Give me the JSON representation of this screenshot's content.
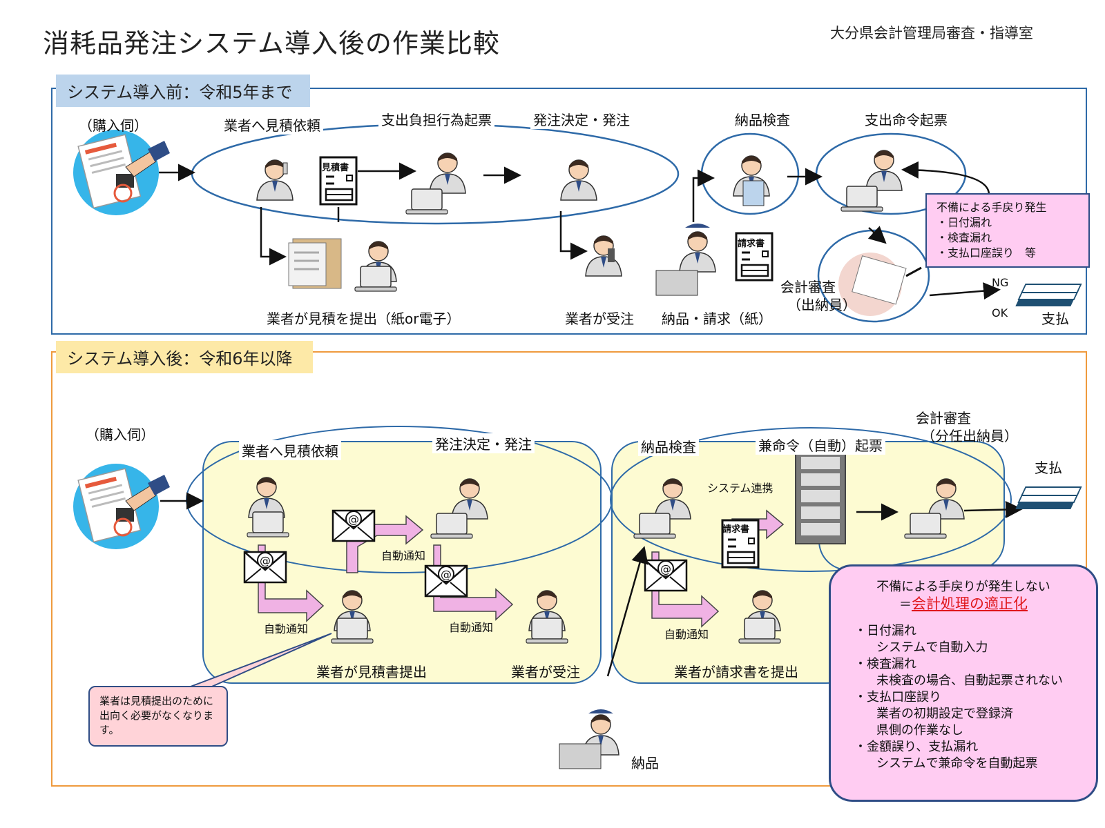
{
  "title": "消耗品発注システム導入後の作業比較",
  "org": "大分県会計管理局審査・指導室",
  "before": {
    "section_label": "システム導入前：令和5年まで",
    "steps": {
      "purchase": "（購入伺）",
      "request_quote": "業者へ見積依頼",
      "expense_act": "支出負担行為起票",
      "order": "発注決定・発注",
      "inspection": "納品検査",
      "payment_order": "支出命令起票"
    },
    "doc_quote": "見積書",
    "doc_invoice": "請求書",
    "vendor_submit": "業者が見積を提出（紙or電子）",
    "vendor_receive": "業者が受注",
    "delivery_invoice": "納品・請求（紙）",
    "audit": "会計審査",
    "audit_sub": "（出納員）",
    "ng": "NG",
    "ok": "OK",
    "pay": "支払",
    "issues": {
      "title": "不備による手戻り発生",
      "items": [
        "・日付漏れ",
        "・検査漏れ",
        "・支払口座誤り　等"
      ]
    }
  },
  "after": {
    "section_label": "システム導入後：令和6年以降",
    "purchase": "（購入伺）",
    "request_quote": "業者へ見積依頼",
    "order": "発注決定・発注",
    "inspection": "納品検査",
    "auto_order": "兼命令（自動）起票",
    "audit": "会計審査",
    "audit_sub": "（分任出納員）",
    "pay": "支払",
    "system_link": "システム連携",
    "doc_invoice": "請求書",
    "auto_notice_1": "自動通知",
    "auto_notice_2": "自動通知",
    "auto_notice_3": "自動通知",
    "auto_notice_4": "自動通知",
    "vendor_quote": "業者が見積書提出",
    "vendor_receive": "業者が受注",
    "vendor_invoice": "業者が請求書を提出",
    "delivery": "納品",
    "callout": "業者は見積提出のために出向く必要がなくなります。",
    "benefit": {
      "header": "不備による手戻りが発生しない",
      "prefix": "＝",
      "highlight": "会計処理の適正化",
      "items": [
        {
          "label": "・日付漏れ",
          "detail": "システムで自動入力"
        },
        {
          "label": "・検査漏れ",
          "detail": "未検査の場合、自動起票されない"
        },
        {
          "label": "・支払口座誤り",
          "detail": "業者の初期設定で登録済"
        },
        {
          "label": "",
          "detail": "県側の作業なし"
        },
        {
          "label": "・金額誤り、支払漏れ",
          "detail": "システムで兼命令を自動起票"
        }
      ]
    }
  },
  "colors": {
    "frame_before": "#2e6aa8",
    "frame_after": "#ef9a3d",
    "label_before": "#bcd4ec",
    "label_after": "#fde9a7",
    "group_fill": "#fdfbd2",
    "issue_box": "#ffccf2",
    "callout": "#ffd3d8",
    "highlight": "#e0161b",
    "notify_arrow": "#f0b2e4"
  },
  "icons": [
    "stamp-document-icon",
    "person-phone-icon",
    "staff-pc-icon",
    "clipboard-inspector-icon",
    "vendor-pc-icon",
    "courier-icon",
    "mail-icon",
    "server-icon",
    "cash-icon",
    "sign-document-icon",
    "smartphone-person-icon"
  ]
}
